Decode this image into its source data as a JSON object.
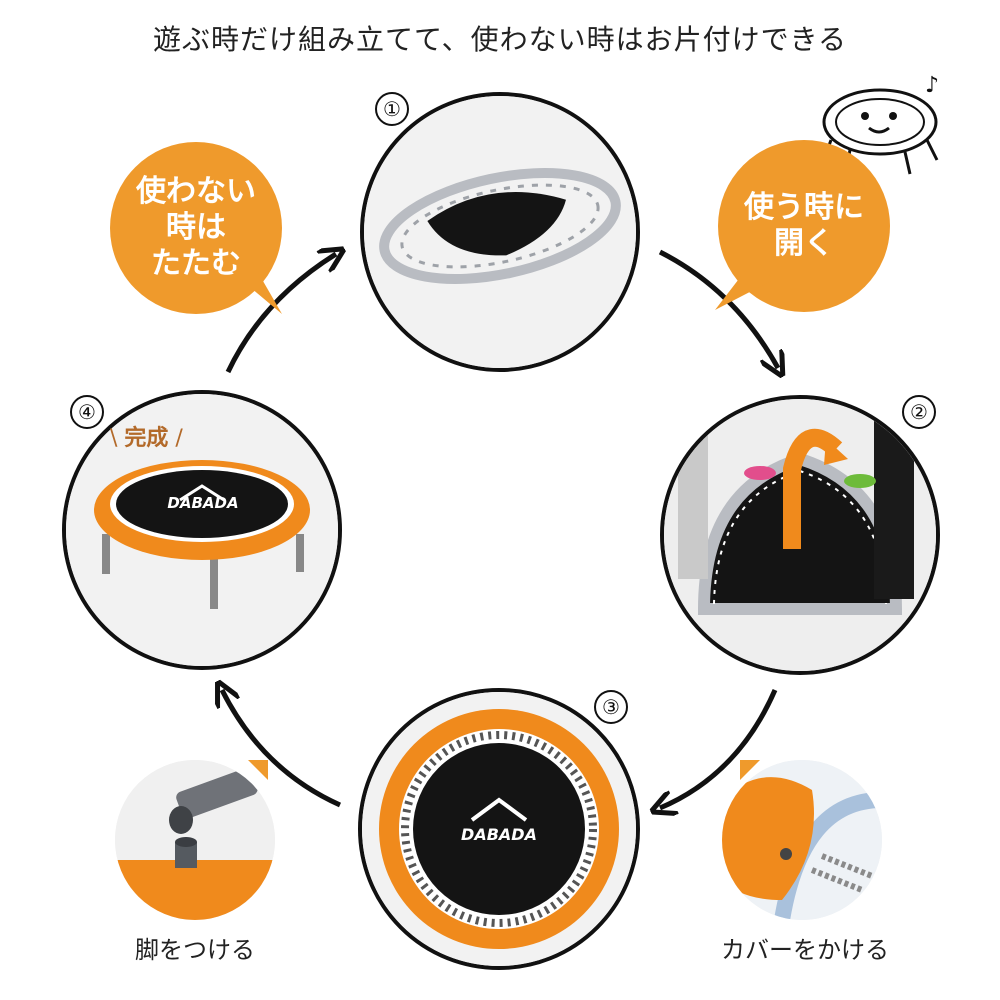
{
  "title": "遊ぶ時だけ組み立てて、使わない時はお片付けできる",
  "bubble_fold": {
    "lines": [
      "使わない",
      "時は",
      "たたむ"
    ]
  },
  "bubble_open": {
    "lines": [
      "使う時に",
      "開く"
    ]
  },
  "steps": [
    {
      "num": "①"
    },
    {
      "num": "②"
    },
    {
      "num": "③"
    },
    {
      "num": "④"
    }
  ],
  "brand": "DABADA",
  "complete_label": "完成",
  "caption_legs": "脚をつける",
  "caption_cover": "カバーをかける",
  "colors": {
    "accent_orange": "#ef9a2c",
    "trampoline_orange": "#f08a1c",
    "mat_black": "#141414",
    "frame_gray": "#b9bcc2",
    "complete_brown": "#b36a2a"
  }
}
